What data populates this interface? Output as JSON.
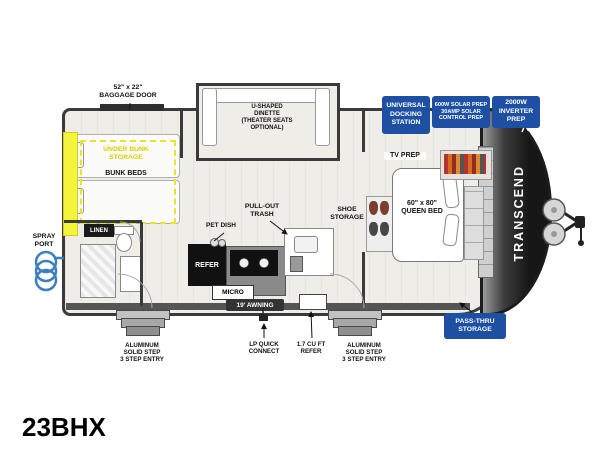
{
  "model_number": "23BHX",
  "brand": "TRANSCEND",
  "colors": {
    "callout_blue": "#1d4fa3",
    "highlight_yellow": "#f4f43c",
    "hose_blue": "#3c7fc0",
    "wall_dark": "#3a3a3a"
  },
  "callouts": {
    "baggage_door": "52\" x 22\"\nBAGGAGE DOOR",
    "universal_docking": "UNIVERSAL\nDOCKING\nSTATION",
    "solar_prep": "600W SOLAR PREP\n30AMP SOLAR\nCONTROL PREP",
    "inverter_prep": "2000W\nINVERTER\nPREP",
    "pass_thru": "PASS-THRU\nSTORAGE",
    "spray_port": "SPRAY\nPORT",
    "awning": "19' AWNING",
    "lp_quick_connect": "LP QUICK\nCONNECT",
    "mini_refer": "1.7 CU FT\nREFER",
    "step_entry_left": "ALUMINUM\nSOLID STEP\n3 STEP ENTRY",
    "step_entry_right": "ALUMINUM\nSOLID STEP\n3 STEP ENTRY"
  },
  "interior": {
    "dinette": "U-SHAPED\nDINETTE\n(THEATER SEATS\nOPTIONAL)",
    "tv_prep": "TV PREP",
    "under_bunk_storage": "UNDER BUNK\nSTORAGE",
    "bunk_beds": "BUNK BEDS",
    "linen": "LINEN",
    "pet_dish": "PET DISH",
    "pull_out_trash": "PULL-OUT\nTRASH",
    "shoe_storage": "SHOE\nSTORAGE",
    "queen_bed": "60\" x 80\"\nQUEEN BED",
    "refer": "REFER",
    "micro": "MICRO"
  }
}
